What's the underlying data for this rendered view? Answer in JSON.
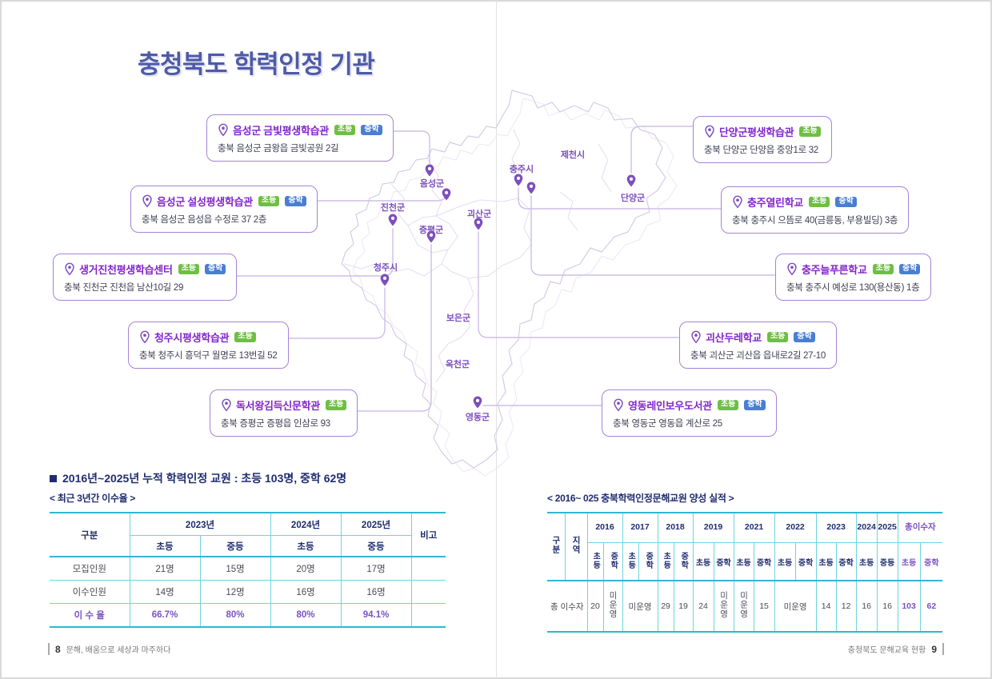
{
  "page": {
    "title": "충청북도 학력인정 기관",
    "footer_left": {
      "page_no": "8",
      "text": "문해, 배움으로 세상과 마주하다"
    },
    "footer_right": {
      "text": "충청북도 문해교육 현황",
      "page_no": "9"
    }
  },
  "colors": {
    "title-blue": "#4d5ba6",
    "accent-purple": "#7c4fbe",
    "institution-purple": "#8227cc",
    "badge-elementary-green": "#6fbe45",
    "badge-middle-blue": "#4a7ed3",
    "navy": "#1f2d6e",
    "table-teal": "#2eb8ce",
    "highlight-purple": "#7b52c1",
    "map-line": "#d5cbe8"
  },
  "map": {
    "labels": [
      "음성군",
      "진천군",
      "증평군",
      "괴산군",
      "청주시",
      "충주시",
      "제천시",
      "단양군",
      "보은군",
      "옥천군",
      "영동군"
    ]
  },
  "institutions": [
    {
      "name": "음성군 금빛평생학습관",
      "badges": [
        "초등",
        "중학"
      ],
      "address": "충북 음성군 금왕읍 금빛공원 2길"
    },
    {
      "name": "음성군 설성평생학습관",
      "badges": [
        "초등",
        "중학"
      ],
      "address": "충북 음성군 음성읍 수정로 37 2층"
    },
    {
      "name": "생거진천평생학습센터",
      "badges": [
        "초등",
        "중학"
      ],
      "address": "충북 진천군 진천읍 남산10길 29"
    },
    {
      "name": "청주시평생학습관",
      "badges": [
        "초등"
      ],
      "address": "충북 청주시 흥덕구 월명로 13번길 52"
    },
    {
      "name": "독서왕김득신문학관",
      "badges": [
        "초등"
      ],
      "address": "충북 증평군 증평읍 인삼로 93"
    },
    {
      "name": "단양군평생학습관",
      "badges": [
        "초등"
      ],
      "address": "충북 단양군 단양읍 중앙1로 32"
    },
    {
      "name": "충주열린학교",
      "badges": [
        "초등",
        "중학"
      ],
      "address": "충북 충주시 으뜸로 40(금릉동, 부용빌딩) 3층"
    },
    {
      "name": "충주늘푸른학교",
      "badges": [
        "초등",
        "중학"
      ],
      "address": "충북 충주시 예성로 130(용산동) 1층"
    },
    {
      "name": "괴산두레학교",
      "badges": [
        "초등",
        "중학"
      ],
      "address": "충북 괴산군 괴산읍 읍내로2길 27-10"
    },
    {
      "name": "영동레인보우도서관",
      "badges": [
        "초등",
        "중학"
      ],
      "address": "충북 영동군 영동읍 계산로 25"
    }
  ],
  "note": "2016년~2025년 누적 학력인정 교원 : 초등 103명, 중학 62명",
  "completion_table": {
    "title": "< 최근 3년간 이수율 >",
    "col_group_label": "구분",
    "note_col": "비고",
    "year_groups": [
      {
        "label": "2023년",
        "cols": [
          "초등",
          "중등"
        ]
      },
      {
        "label": "2024년",
        "cols": [
          "초등"
        ]
      },
      {
        "label": "2025년",
        "cols": [
          "중등"
        ]
      }
    ],
    "rows": [
      {
        "label": "모집인원",
        "values": [
          "21명",
          "15명",
          "20명",
          "17명"
        ],
        "note": ""
      },
      {
        "label": "이수인원",
        "values": [
          "14명",
          "12명",
          "16명",
          "16명"
        ],
        "note": ""
      },
      {
        "label": "이 수 율",
        "values": [
          "66.7%",
          "80%",
          "80%",
          "94.1%"
        ],
        "note": ""
      }
    ]
  },
  "training_table": {
    "title": "< 2016~ 025 충북학력인정문해교원 양성 실적 >",
    "col1": "구분",
    "col2": "지역",
    "row_label": "총 이수자",
    "groups": [
      {
        "year": "2016",
        "sub": [
          "초등",
          "중학"
        ],
        "values": [
          "20",
          "미운영"
        ]
      },
      {
        "year": "2017",
        "sub": [
          "초등",
          "중학"
        ],
        "merged": "미운영"
      },
      {
        "year": "2018",
        "sub": [
          "초등",
          "중학"
        ],
        "values": [
          "29",
          "19"
        ]
      },
      {
        "year": "2019",
        "sub": [
          "초등",
          "중학"
        ],
        "values": [
          "24",
          "미운영"
        ]
      },
      {
        "year": "2021",
        "sub": [
          "초등",
          "중학"
        ],
        "values": [
          "미운영",
          "15"
        ]
      },
      {
        "year": "2022",
        "sub": [
          "초등",
          "중학"
        ],
        "merged": "미운영"
      },
      {
        "year": "2023",
        "sub": [
          "초등",
          "중학"
        ],
        "values": [
          "14",
          "12"
        ]
      },
      {
        "year": "2024",
        "sub": [
          "초등"
        ],
        "values": [
          "16"
        ]
      },
      {
        "year": "2025",
        "sub": [
          "중등"
        ],
        "values": [
          "16"
        ]
      }
    ],
    "totals": {
      "label": "총이수자",
      "sub": [
        "초등",
        "중학"
      ],
      "values": [
        "103",
        "62"
      ]
    }
  }
}
